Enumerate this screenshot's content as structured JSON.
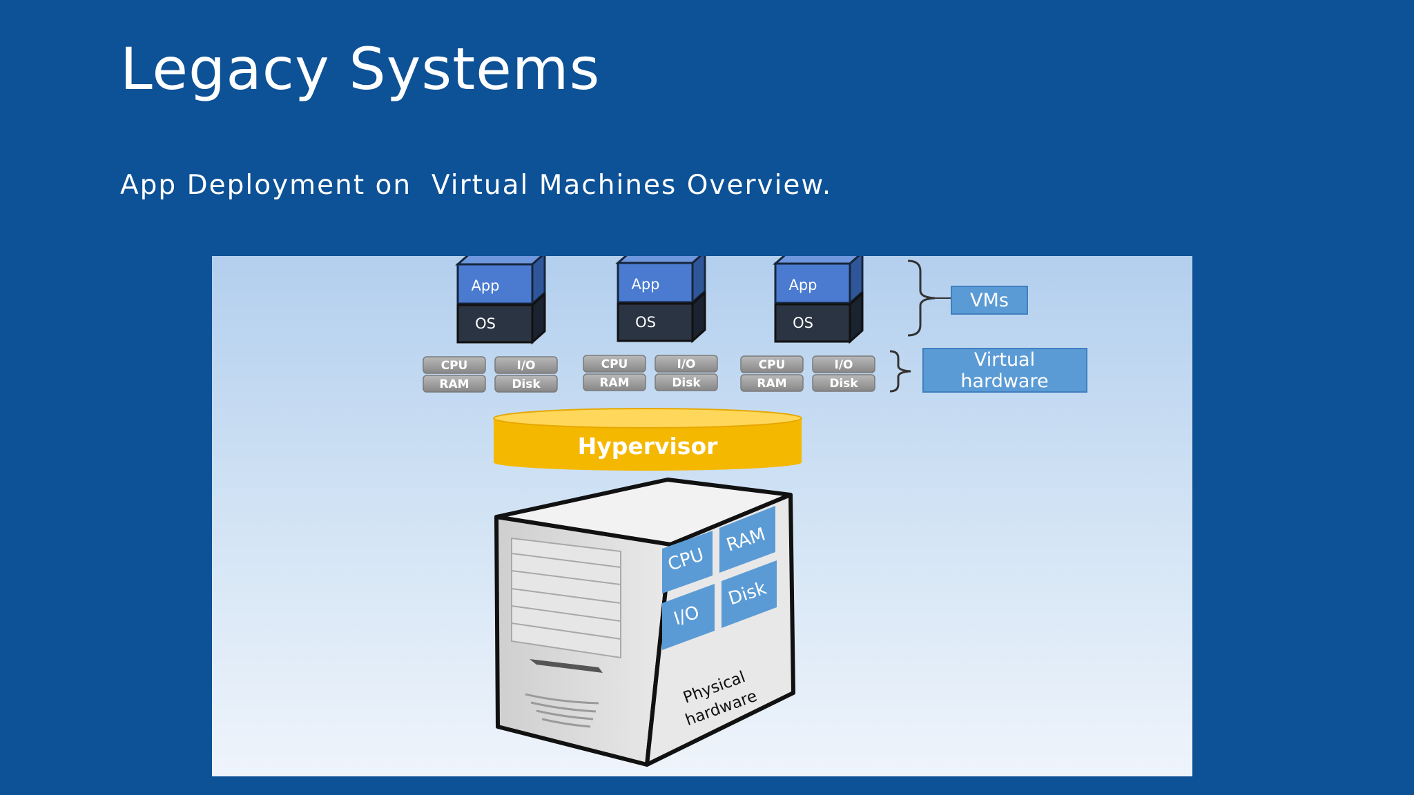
{
  "slide": {
    "title": "Legacy Systems",
    "subtitle": "App Deployment on  Virtual Machines Overview."
  },
  "diagram": {
    "vms": [
      {
        "app_label": "App",
        "os_label": "OS",
        "hw": {
          "cpu": "CPU",
          "io": "I/O",
          "ram": "RAM",
          "disk": "Disk"
        }
      },
      {
        "app_label": "App",
        "os_label": "OS",
        "hw": {
          "cpu": "CPU",
          "io": "I/O",
          "ram": "RAM",
          "disk": "Disk"
        }
      },
      {
        "app_label": "App",
        "os_label": "OS",
        "hw": {
          "cpu": "CPU",
          "io": "I/O",
          "ram": "RAM",
          "disk": "Disk"
        }
      }
    ],
    "vms_label": "VMs",
    "virtual_hardware_label": [
      "Virtual",
      "hardware"
    ],
    "hypervisor_label": "Hypervisor",
    "server": {
      "cpu": "CPU",
      "ram": "RAM",
      "io": "I/O",
      "disk": "Disk",
      "label": [
        "Physical",
        "hardware"
      ]
    },
    "colors": {
      "slide_background": "#0d5196",
      "app_block": "#4a7bd0",
      "os_block": "#2b3442",
      "hardware_chip": "#9a9a9a",
      "label_box": "#5b9bd5",
      "hypervisor": "#f5b800",
      "server_body": "#d4d4d4"
    }
  }
}
